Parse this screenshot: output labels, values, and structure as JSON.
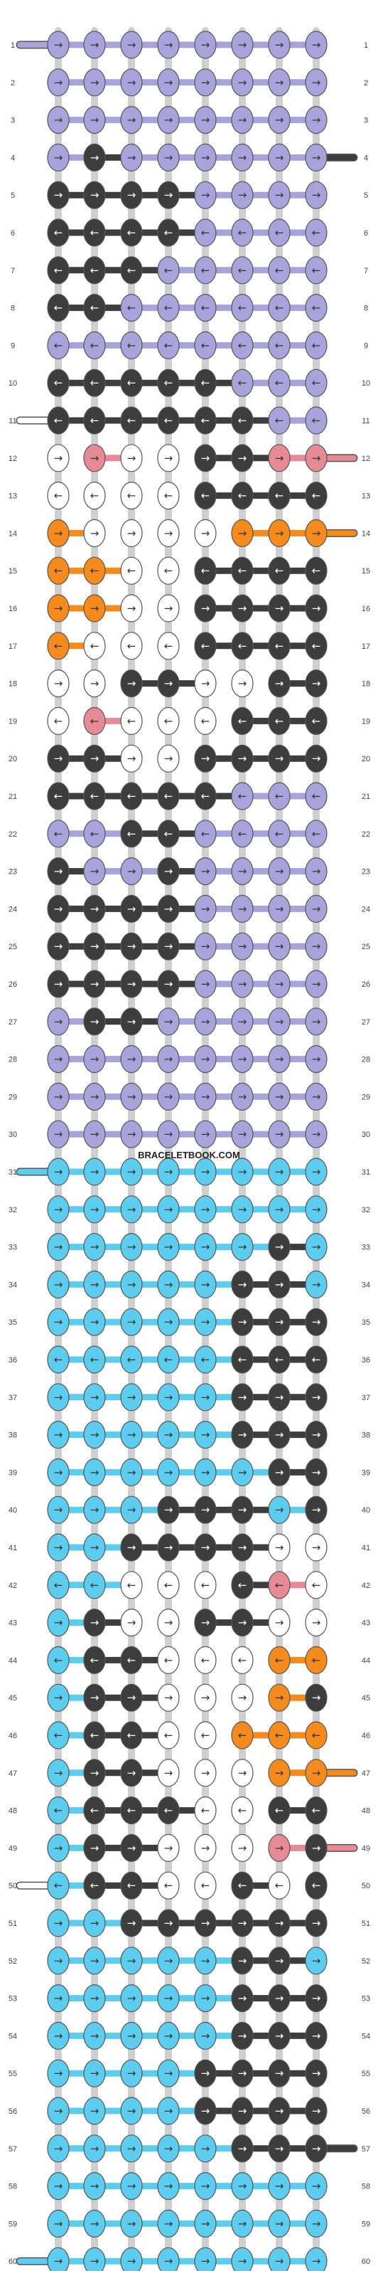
{
  "pattern": {
    "rows": 60,
    "strings": 9,
    "watermark": "BRACELETBOOK.COM",
    "colors": {
      "lavender": "#a9a3dc",
      "black": "#3d3d3d",
      "white": "#ffffff",
      "pink": "#e68a96",
      "orange": "#f48b1c",
      "cyan": "#5ccdee"
    },
    "edge_markers": [
      {
        "row": 1,
        "side": "left",
        "color": "lavender"
      },
      {
        "row": 4,
        "side": "right",
        "color": "black"
      },
      {
        "row": 11,
        "side": "left",
        "color": "white"
      },
      {
        "row": 12,
        "side": "right",
        "color": "pink"
      },
      {
        "row": 14,
        "side": "right",
        "color": "orange"
      },
      {
        "row": 31,
        "side": "left",
        "color": "cyan"
      },
      {
        "row": 47,
        "side": "right",
        "color": "orange"
      },
      {
        "row": 49,
        "side": "right",
        "color": "pink"
      },
      {
        "row": 50,
        "side": "left",
        "color": "white"
      },
      {
        "row": 57,
        "side": "right",
        "color": "black"
      },
      {
        "row": 60,
        "side": "left",
        "color": "cyan"
      }
    ],
    "knot_rows": [
      [
        "LLLLLLLL",
        "RRRRRRRR"
      ],
      [
        "LLLLLLLL",
        "RRRRRRRR"
      ],
      [
        "LLLLLLLL",
        "RRRRRRRR"
      ],
      [
        "LBLLLLLL",
        "RRRRRRRR"
      ],
      [
        "BBBBLLLL",
        "RRRRRRRR"
      ],
      [
        "BBBBLLLL",
        "LLLLLLLL"
      ],
      [
        "BBBLLLLL",
        "LLLLLLLL"
      ],
      [
        "BBLLLLLL",
        "LLLLLLLL"
      ],
      [
        "LLLLLLLL",
        "LLLLLLLL"
      ],
      [
        "BBBBBLLL",
        "LLLLLLLL"
      ],
      [
        "BBBBBBLL",
        "LLLLLLLL"
      ],
      [
        "WPWWBBPP",
        "RRRRRRRR"
      ],
      [
        "WWWWBBBB",
        "LLLLLLLL"
      ],
      [
        "OWWWWOOO",
        "RRRRRRRR"
      ],
      [
        "OOWWBBBB",
        "LLLLLLLL"
      ],
      [
        "OOWWBBBB",
        "RRRRRRRR"
      ],
      [
        "OWWWBBBB",
        "LLLLLLLL"
      ],
      [
        "WWBBWWBB",
        "RRRRRRRR"
      ],
      [
        "WPWWWBBB",
        "LLLLLLLL"
      ],
      [
        "BBWWBBBB",
        "RRRRRRRR"
      ],
      [
        "BBBBBLLL",
        "LLLLLLLL"
      ],
      [
        "LLBBLLLL",
        "LLLLLLLL"
      ],
      [
        "BLLBLLLL",
        "RRRRRRRR"
      ],
      [
        "BBBBLLLL",
        "RRRRRRRR"
      ],
      [
        "BBBBLLLL",
        "RRRRRRRR"
      ],
      [
        "BBBBLLLL",
        "RRRRRRRR"
      ],
      [
        "LBBLLLLL",
        "RRRRRRRR"
      ],
      [
        "LLLLLLLL",
        "RRRRRRRR"
      ],
      [
        "LLLLLLLL",
        "RRRRRRRR"
      ],
      [
        "LLLLLLLL",
        "RRRRRRRR"
      ],
      [
        "CCCCCCCC",
        "RRRRRRRR"
      ],
      [
        "CCCCCCCC",
        "RRRRRRRR"
      ],
      [
        "CCCCCCBC",
        "RRRRRRRR"
      ],
      [
        "CCCCCBBC",
        "RRRRRRRR"
      ],
      [
        "CCCCCBBB",
        "RRRRRRRR"
      ],
      [
        "CCCCCBBB",
        "LLLLLLLL"
      ],
      [
        "CCCCCBBB",
        "RRRRRRRR"
      ],
      [
        "CCCCCBBB",
        "RRRRRRRR"
      ],
      [
        "CCCCCCBB",
        "RRRRRRRR"
      ],
      [
        "CCCBBBCB",
        "RRRRRRRR"
      ],
      [
        "CCBBBBWW",
        "RRRRRRRR"
      ],
      [
        "CCWWWBPW",
        "LLLLLLLL"
      ],
      [
        "CBWWBBWW",
        "RRRRRRRR"
      ],
      [
        "CBBWWWOO",
        "LLLLLLLL"
      ],
      [
        "CBBWWWOB",
        "RRRRRRRR"
      ],
      [
        "CBBWWOOO",
        "LLLLLLLL"
      ],
      [
        "CBBWWWOO",
        "RRRRRRRR"
      ],
      [
        "CBBBWWBB",
        "LLLLLLLL"
      ],
      [
        "CBBWWWPB",
        "RRRRRRRR"
      ],
      [
        "CBBWWBWB",
        "LLLLLLLL"
      ],
      [
        "CCBBBBBB",
        "RRRRRRRR"
      ],
      [
        "CCCCCBBC",
        "RRRRRRRR"
      ],
      [
        "CCCCCBBB",
        "RRRRRRRR"
      ],
      [
        "CCCCCBBB",
        "RRRRRRRR"
      ],
      [
        "CCCCBBBB",
        "RRRRRRRR"
      ],
      [
        "CCCCBBBB",
        "RRRRRRRR"
      ],
      [
        "CCCCCBBB",
        "RRRRRRRR"
      ],
      [
        "CCCCCCCC",
        "RRRRRRRR"
      ],
      [
        "CCCCCCCC",
        "RRRRRRRR"
      ],
      [
        "CCCCCCCC",
        "RRRRRRRR"
      ]
    ]
  }
}
